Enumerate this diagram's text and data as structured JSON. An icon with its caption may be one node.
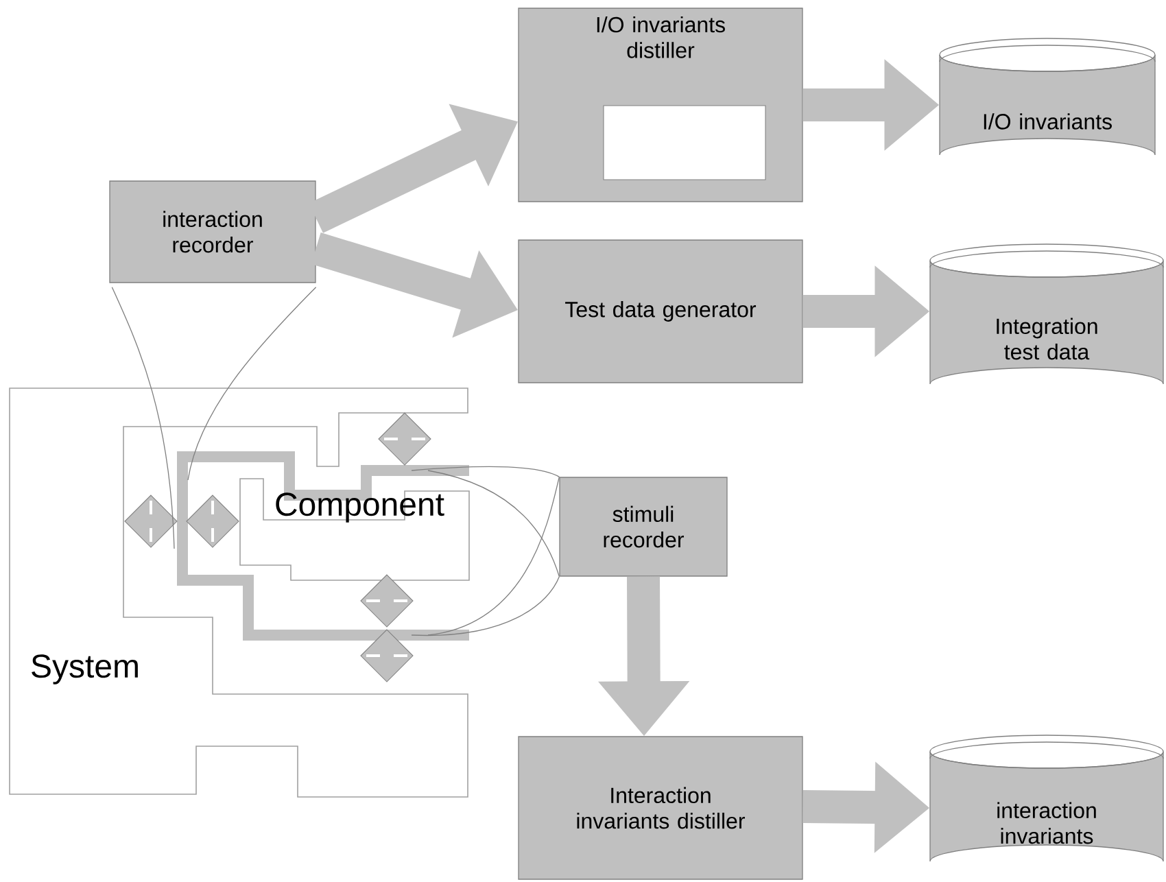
{
  "diagram": {
    "nodes": [
      {
        "text": [
          "I/O invariants distiller"
        ]
      },
      {
        "text": [],
        "shape": "box",
        "in": 0
      },
      {
        "text": [
          "I/O invariants"
        ]
      },
      {
        "text": [
          "interaction recorder"
        ]
      },
      {
        "text": [
          "Test data generator"
        ]
      },
      {
        "text": [
          "Integration test data"
        ]
      },
      {
        "text": [
          "System"
        ]
      },
      {
        "text": [
          "Component"
        ],
        "in": 6
      },
      {
        "text": [
          "stimuli recorder"
        ]
      },
      {
        "text": [
          "Interaction invariants distiller"
        ]
      },
      {
        "text": [
          "interaction invariants"
        ]
      }
    ],
    "edges": [
      {
        "from": 3,
        "to": 0,
        "arrow": "to",
        "style": "thick"
      },
      {
        "from": 3,
        "to": 4,
        "arrow": "to",
        "style": "thick"
      },
      {
        "from": 0,
        "to": 2,
        "arrow": "to",
        "style": "thick"
      },
      {
        "from": 4,
        "to": 5,
        "arrow": "to",
        "style": "thick"
      },
      {
        "from": 3,
        "to": 7,
        "arrow": "none"
      },
      {
        "from": 3,
        "to": 7,
        "arrow": "none"
      },
      {
        "from": 7,
        "to": 8,
        "arrow": "none"
      },
      {
        "from": 7,
        "to": 8,
        "arrow": "none"
      },
      {
        "from": 7,
        "to": 8,
        "arrow": "none"
      },
      {
        "from": 7,
        "to": 8,
        "arrow": "none"
      },
      {
        "from": 8,
        "to": 9,
        "arrow": "to",
        "style": "thick"
      },
      {
        "from": 9,
        "to": 10,
        "arrow": "to",
        "style": "thick"
      }
    ]
  }
}
